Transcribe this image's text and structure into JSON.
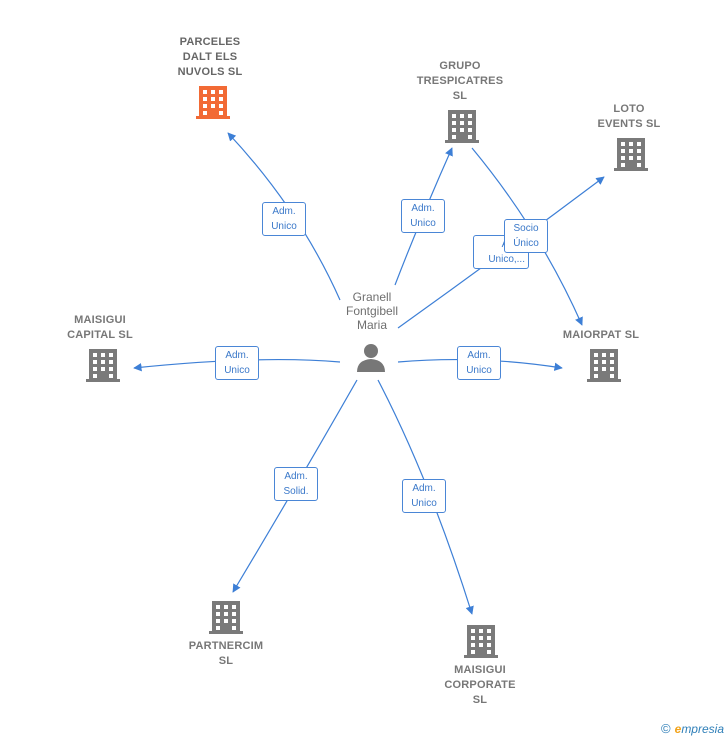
{
  "person": {
    "name": "Granell\nFontgibell\nMaria",
    "icon": "person-icon"
  },
  "companies": {
    "parceles": {
      "name": "PARCELES\nDALT ELS\nNUVOLS  SL",
      "color": "#f26a35",
      "icon": "building-icon"
    },
    "grupo": {
      "name": "GRUPO\nTRESPICATRES\nSL",
      "color": "#7a7a7a",
      "icon": "building-icon"
    },
    "loto": {
      "name": "LOTO\nEVENTS  SL",
      "color": "#7a7a7a",
      "icon": "building-icon"
    },
    "maisigui_capital": {
      "name": "MAISIGUI\nCAPITAL  SL",
      "color": "#7a7a7a",
      "icon": "building-icon"
    },
    "maiorpat": {
      "name": "MAIORPAT  SL",
      "color": "#7a7a7a",
      "icon": "building-icon"
    },
    "partnercim": {
      "name": "PARTNERCIM\nSL",
      "color": "#7a7a7a",
      "icon": "building-icon"
    },
    "maisigui_corporate": {
      "name": "MAISIGUI\nCORPORATE\nSL",
      "color": "#7a7a7a",
      "icon": "building-icon"
    }
  },
  "relations": {
    "parceles": "Adm.\nUnico",
    "grupo": "Adm.\nUnico",
    "loto": "Adm.\nUnico,...",
    "grupo_maiorpat": "Socio\nÚnico",
    "maisigui_capital": "Adm.\nUnico",
    "maiorpat": "Adm.\nUnico",
    "partnercim": "Adm.\nSolid.",
    "maisigui_corporate": "Adm.\nUnico"
  },
  "colors": {
    "edge": "#3d7fd6",
    "label_border": "#4a86d6"
  },
  "footer": {
    "copyright": "©",
    "brand_initial": "e",
    "brand_rest": "mpresia"
  }
}
